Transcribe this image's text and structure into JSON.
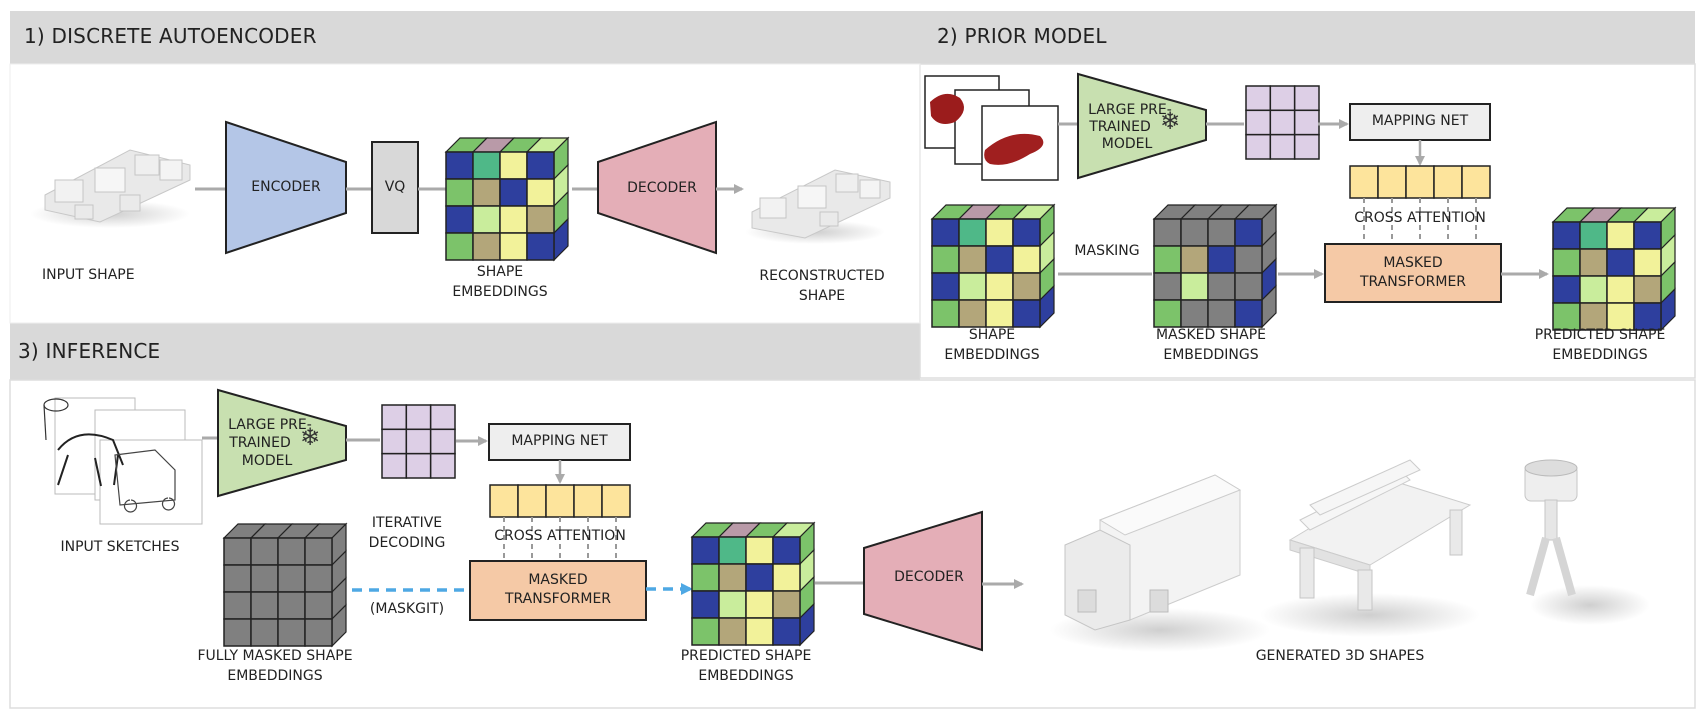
{
  "colors": {
    "encoder": "#b4c6e7",
    "decoder": "#e4aeb7",
    "pretrained": "#c8e0b0",
    "vq": "#d8d8d8",
    "mapping": "#eeeeee",
    "masked_transformer": "#f5c9a6",
    "token_strip": "#fde49c",
    "grid": "#ddcfe6",
    "arrow": "#aaaaaa",
    "dashed_arrow": "#4ea8e4",
    "header": "#d9d9d9"
  },
  "section1": {
    "title": "1) DISCRETE AUTOENCODER",
    "input_label": "INPUT SHAPE",
    "encoder": "ENCODER",
    "vq": "VQ",
    "emb_label_1": "SHAPE",
    "emb_label_2": "EMBEDDINGS",
    "decoder": "DECODER",
    "recon_label_1": "RECONSTRUCTED",
    "recon_label_2": "SHAPE"
  },
  "section2": {
    "title": "2) PRIOR MODEL",
    "pretrained_1": "LARGE PRE-",
    "pretrained_2": "TRAINED",
    "pretrained_3": "MODEL",
    "mapping": "MAPPING NET",
    "cross_attention": "CROSS ATTENTION",
    "masking": "MASKING",
    "transformer_1": "MASKED",
    "transformer_2": "TRANSFORMER",
    "emb_label_1": "SHAPE",
    "emb_label_2": "EMBEDDINGS",
    "masked_label_1": "MASKED SHAPE",
    "masked_label_2": "EMBEDDINGS",
    "pred_label_1": "PREDICTED SHAPE",
    "pred_label_2": "EMBEDDINGS"
  },
  "section3": {
    "title": "3) INFERENCE",
    "sketch_label": "INPUT SKETCHES",
    "pretrained_1": "LARGE PRE-",
    "pretrained_2": "TRAINED",
    "pretrained_3": "MODEL",
    "mapping": "MAPPING NET",
    "cross_attention": "CROSS ATTENTION",
    "iterative_1": "ITERATIVE",
    "iterative_2": "DECODING",
    "iterative_3": "(MASKGIT)",
    "transformer_1": "MASKED",
    "transformer_2": "TRANSFORMER",
    "fully_label_1": "FULLY MASKED SHAPE",
    "fully_label_2": "EMBEDDINGS",
    "pred_label_1": "PREDICTED SHAPE",
    "pred_label_2": "EMBEDDINGS",
    "decoder": "DECODER",
    "generated_label": "GENERATED 3D SHAPES"
  }
}
